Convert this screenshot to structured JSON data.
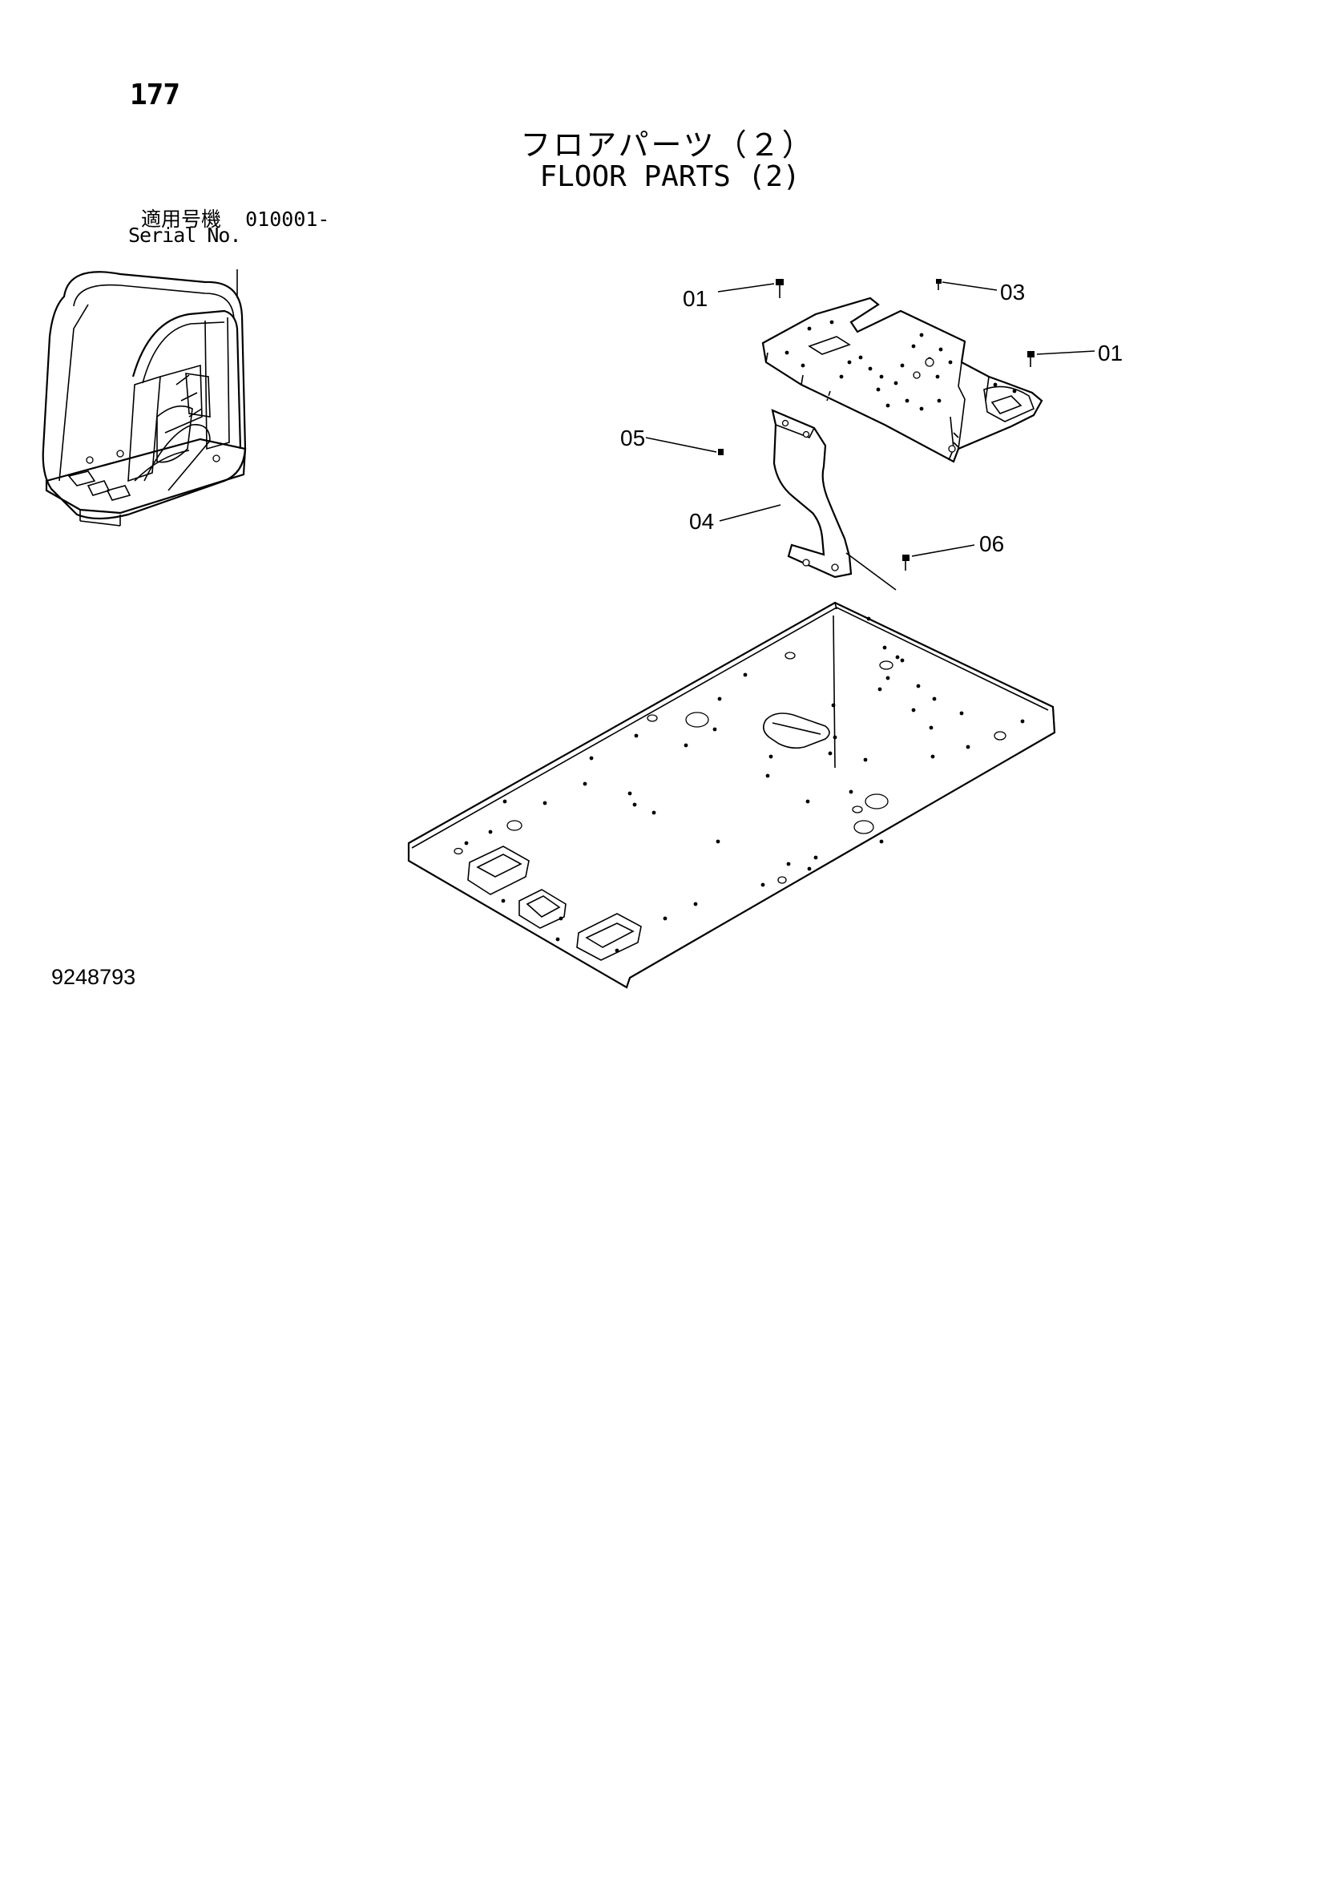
{
  "header": {
    "page_number": "177",
    "title_jp": "フロアパーツ（２）",
    "title_en": "FLOOR PARTS (2)"
  },
  "serial": {
    "label_jp": "適用号機",
    "value": "010001-",
    "label_en": "Serial No."
  },
  "callouts": [
    {
      "id": "callout-01-left",
      "label": "01"
    },
    {
      "id": "callout-03",
      "label": "03"
    },
    {
      "id": "callout-01-right",
      "label": "01"
    },
    {
      "id": "callout-05",
      "label": "05"
    },
    {
      "id": "callout-04",
      "label": "04"
    },
    {
      "id": "callout-06",
      "label": "06"
    }
  ],
  "footer": {
    "doc_id": "9248793"
  }
}
